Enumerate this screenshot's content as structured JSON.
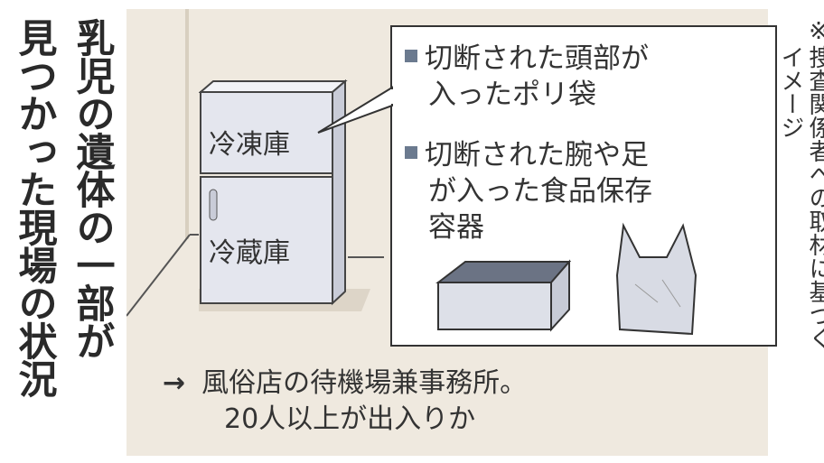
{
  "title": {
    "line1": "乳児の遺体の一部が",
    "line2": "見つかった現場の状況"
  },
  "fridge": {
    "freezer": "冷凍庫",
    "refrigerator": "冷蔵庫"
  },
  "callout": {
    "items": [
      {
        "line1": "切断された頭部が",
        "line2": "入ったポリ袋"
      },
      {
        "line1": "切断された腕や足",
        "line2": "が入った食品保存",
        "line3": "容器"
      }
    ]
  },
  "location": {
    "arrow": "→",
    "line1": "風俗店の待機場兼事務所。",
    "line2": "20人以上が出入りか"
  },
  "note": {
    "line1": "※捜査関係者への取材に基づく",
    "line2": "イメージ"
  }
}
